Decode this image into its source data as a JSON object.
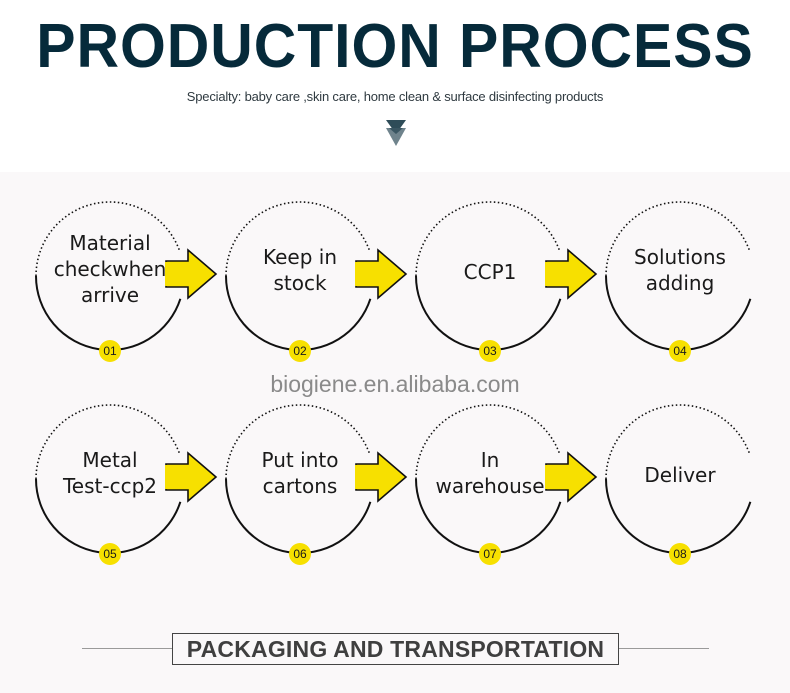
{
  "header": {
    "title": "PRODUCTION PROCESS",
    "subtitle": "Specialty: baby care ,skin care, home clean &  surface disinfecting products",
    "scroll_icon": "double-chevron-down-icon"
  },
  "colors": {
    "title": "#062a3a",
    "accent_yellow": "#f7e000",
    "panel_background": "#faf8f9",
    "circle_stroke": "#111111"
  },
  "steps": [
    {
      "number": "01",
      "label_lines": [
        "Material",
        "checkwhen",
        "arrive"
      ]
    },
    {
      "number": "02",
      "label_lines": [
        "Keep in",
        "stock"
      ]
    },
    {
      "number": "03",
      "label_lines": [
        "CCP1"
      ]
    },
    {
      "number": "04",
      "label_lines": [
        "Solutions",
        "adding"
      ]
    },
    {
      "number": "05",
      "label_lines": [
        "Metal",
        "Test-ccp2"
      ]
    },
    {
      "number": "06",
      "label_lines": [
        "Put into",
        "cartons"
      ]
    },
    {
      "number": "07",
      "label_lines": [
        "In",
        "warehouse"
      ]
    },
    {
      "number": "08",
      "label_lines": [
        "Deliver"
      ]
    }
  ],
  "watermark": "biogiene.en.alibaba.com",
  "footer": {
    "section_title": "PACKAGING AND TRANSPORTATION"
  }
}
